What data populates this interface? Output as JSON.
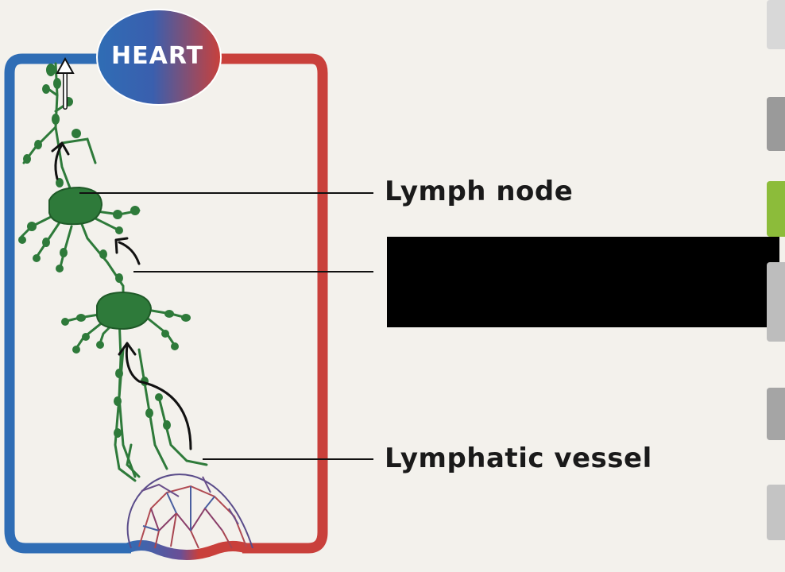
{
  "diagram": {
    "heart_label": "HEART",
    "labels": {
      "lymph_node": "Lymph node",
      "lymphatic_vessel": "Lymphatic vessel"
    },
    "hidden_label": "",
    "colors": {
      "vein": "#2f6db5",
      "artery": "#c9403b",
      "lymph": "#2e7a3a",
      "lymph_dark": "#1f5a28",
      "background": "#f3f1ec",
      "redaction": "#000000"
    }
  },
  "sidebar_thumbnails": [
    {
      "icon": "document-thumbnail"
    },
    {
      "icon": "figure-thumbnail"
    },
    {
      "icon": "cell-thumbnail"
    },
    {
      "icon": "diagram-thumbnail"
    },
    {
      "icon": "body-thumbnail"
    },
    {
      "icon": "page-thumbnail"
    }
  ]
}
